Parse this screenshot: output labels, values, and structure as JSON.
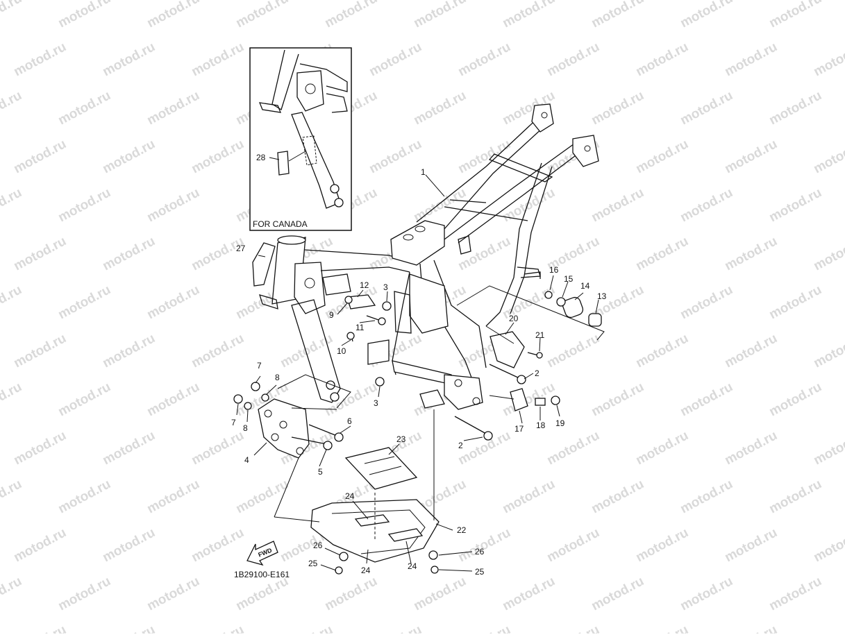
{
  "watermark": "motod.ru",
  "inset_label": "FOR CANADA",
  "figure_code": "1B29100-E161",
  "fwd_label": "FWD",
  "callouts": [
    {
      "id": "c1",
      "text": "1"
    },
    {
      "id": "c2a",
      "text": "2"
    },
    {
      "id": "c2b",
      "text": "2"
    },
    {
      "id": "c3a",
      "text": "3"
    },
    {
      "id": "c3b",
      "text": "3"
    },
    {
      "id": "c4",
      "text": "4"
    },
    {
      "id": "c5",
      "text": "5"
    },
    {
      "id": "c6",
      "text": "6"
    },
    {
      "id": "c7a",
      "text": "7"
    },
    {
      "id": "c7b",
      "text": "7"
    },
    {
      "id": "c8a",
      "text": "8"
    },
    {
      "id": "c8b",
      "text": "8"
    },
    {
      "id": "c9",
      "text": "9"
    },
    {
      "id": "c10",
      "text": "10"
    },
    {
      "id": "c11",
      "text": "11"
    },
    {
      "id": "c12",
      "text": "12"
    },
    {
      "id": "c13",
      "text": "13"
    },
    {
      "id": "c14",
      "text": "14"
    },
    {
      "id": "c15",
      "text": "15"
    },
    {
      "id": "c16",
      "text": "16"
    },
    {
      "id": "c17",
      "text": "17"
    },
    {
      "id": "c18",
      "text": "18"
    },
    {
      "id": "c19",
      "text": "19"
    },
    {
      "id": "c20",
      "text": "20"
    },
    {
      "id": "c21",
      "text": "21"
    },
    {
      "id": "c22",
      "text": "22"
    },
    {
      "id": "c23",
      "text": "23"
    },
    {
      "id": "c24a",
      "text": "24"
    },
    {
      "id": "c24b",
      "text": "24"
    },
    {
      "id": "c24c",
      "text": "24"
    },
    {
      "id": "c25a",
      "text": "25"
    },
    {
      "id": "c25b",
      "text": "25"
    },
    {
      "id": "c26a",
      "text": "26"
    },
    {
      "id": "c26b",
      "text": "26"
    },
    {
      "id": "c27",
      "text": "27"
    },
    {
      "id": "c28",
      "text": "28"
    }
  ]
}
